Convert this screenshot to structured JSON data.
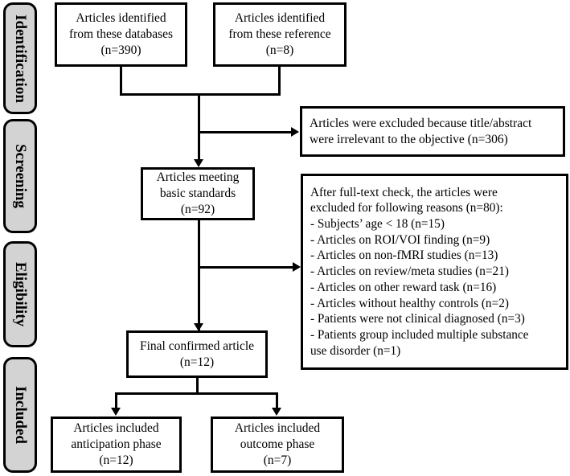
{
  "diagram": {
    "type": "prisma-flow-diagram",
    "stages": [
      {
        "id": "identification",
        "label": "Identification"
      },
      {
        "id": "screening",
        "label": "Screening"
      },
      {
        "id": "eligibility",
        "label": "Eligibility"
      },
      {
        "id": "included",
        "label": "Included"
      }
    ],
    "boxes": {
      "databases": "Articles  identified\nfrom these databases\n(n=390)",
      "references": "Articles  identified\nfrom these reference\n(n=8)",
      "excluded_title_abstract": "Articles were excluded because title/abstract\nwere irrelevant to the objective (n=306)",
      "basic_standards": "Articles meeting\nbasic standards\n(n=92)",
      "excluded_full_text": "After full-text check, the articles were\nexcluded for following reasons (n=80):\n- Subjects’ age < 18 (n=15)\n- Articles on ROI/VOI finding (n=9)\n- Articles on non-fMRI studies (n=13)\n- Articles on review/meta studies (n=21)\n- Articles on other reward task (n=16)\n- Articles without healthy controls (n=2)\n- Patients were not clinical diagnosed (n=3)\n- Patients group included multiple substance\nuse disorder (n=1)",
      "final_confirmed": "Final confirmed article\n(n=12)",
      "anticipation_phase": "Articles included\nanticipation phase\n(n=12)",
      "outcome_phase": "Articles included\noutcome phase\n(n=7)"
    },
    "counts": {
      "databases": 390,
      "references": 8,
      "excluded_title_abstract": 306,
      "basic_standards": 92,
      "excluded_full_text_total": 80,
      "excluded_age_under_18": 15,
      "excluded_roi_voi": 9,
      "excluded_non_fmri": 13,
      "excluded_review_meta": 21,
      "excluded_other_reward_task": 16,
      "excluded_no_healthy_controls": 2,
      "excluded_not_clinically_diagnosed": 3,
      "excluded_multiple_substance": 1,
      "final_confirmed": 12,
      "anticipation_phase": 12,
      "outcome_phase": 7
    },
    "colors": {
      "stage_tab_fill": "#d3d3d3",
      "box_fill": "#ffffff",
      "stroke": "#000000"
    }
  }
}
